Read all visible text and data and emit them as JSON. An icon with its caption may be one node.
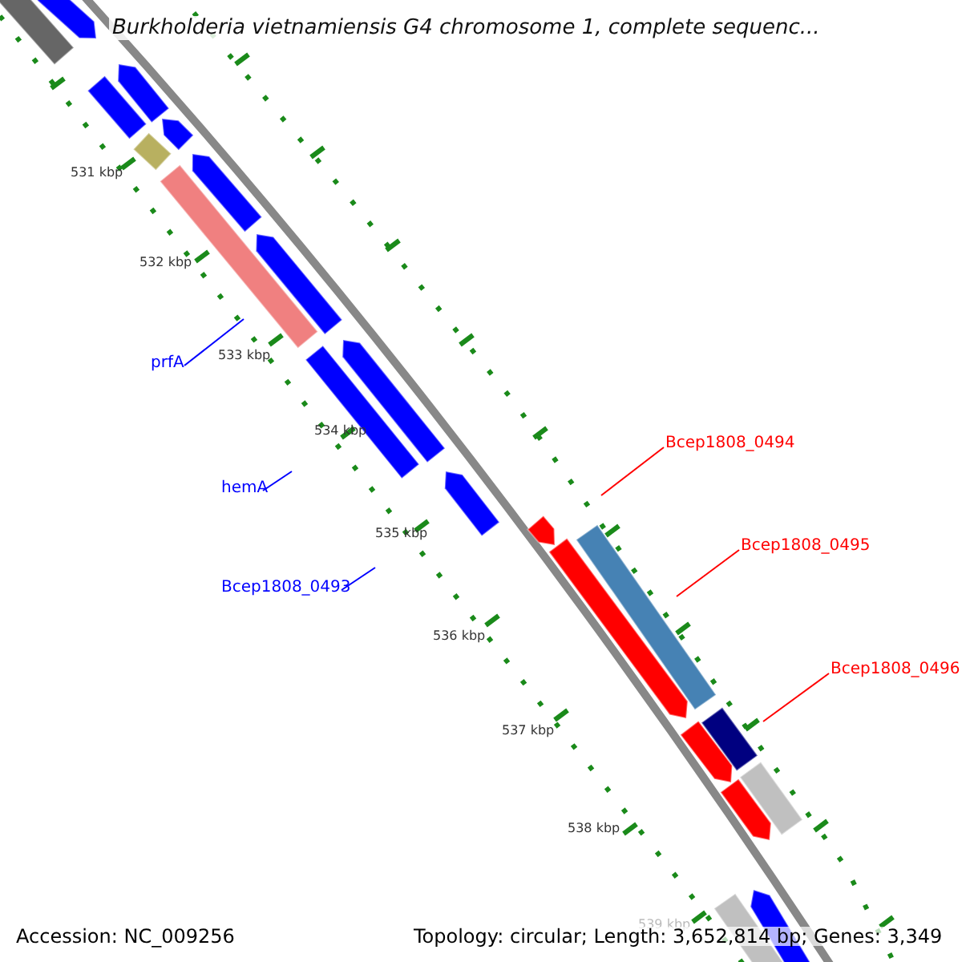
{
  "diagram": {
    "title": "Burkholderia vietnamiensis G4 chromosome 1, complete sequenc...",
    "nodes": [
      {
        "text": [
          "prfA"
        ]
      },
      {
        "text": [
          "hemA"
        ]
      },
      {
        "text": [
          "Bcep1808_0493"
        ]
      },
      {
        "text": [
          "Bcep1808_0494"
        ]
      },
      {
        "text": [
          "Bcep1808_0495"
        ]
      },
      {
        "text": [
          "Bcep1808_0496"
        ]
      }
    ],
    "edges": [
      {
        "from": 0,
        "to": null,
        "arrow": "none"
      },
      {
        "from": 1,
        "to": null,
        "arrow": "none"
      },
      {
        "from": 2,
        "to": null,
        "arrow": "none"
      },
      {
        "from": 3,
        "to": null,
        "arrow": "none",
        "color": "#ff0000"
      },
      {
        "from": 4,
        "to": null,
        "arrow": "none",
        "color": "#ff0000"
      },
      {
        "from": 5,
        "to": null,
        "arrow": "none",
        "color": "#ff0000"
      }
    ],
    "labels": [
      "531 kbp",
      "532 kbp",
      "533 kbp",
      "534 kbp",
      "535 kbp",
      "536 kbp",
      "537 kbp",
      "538 kbp",
      "539 kbp",
      "Accession: NC_009256",
      "Topology: circular; Length: 3,652,814 bp; Genes: 3,349"
    ]
  }
}
